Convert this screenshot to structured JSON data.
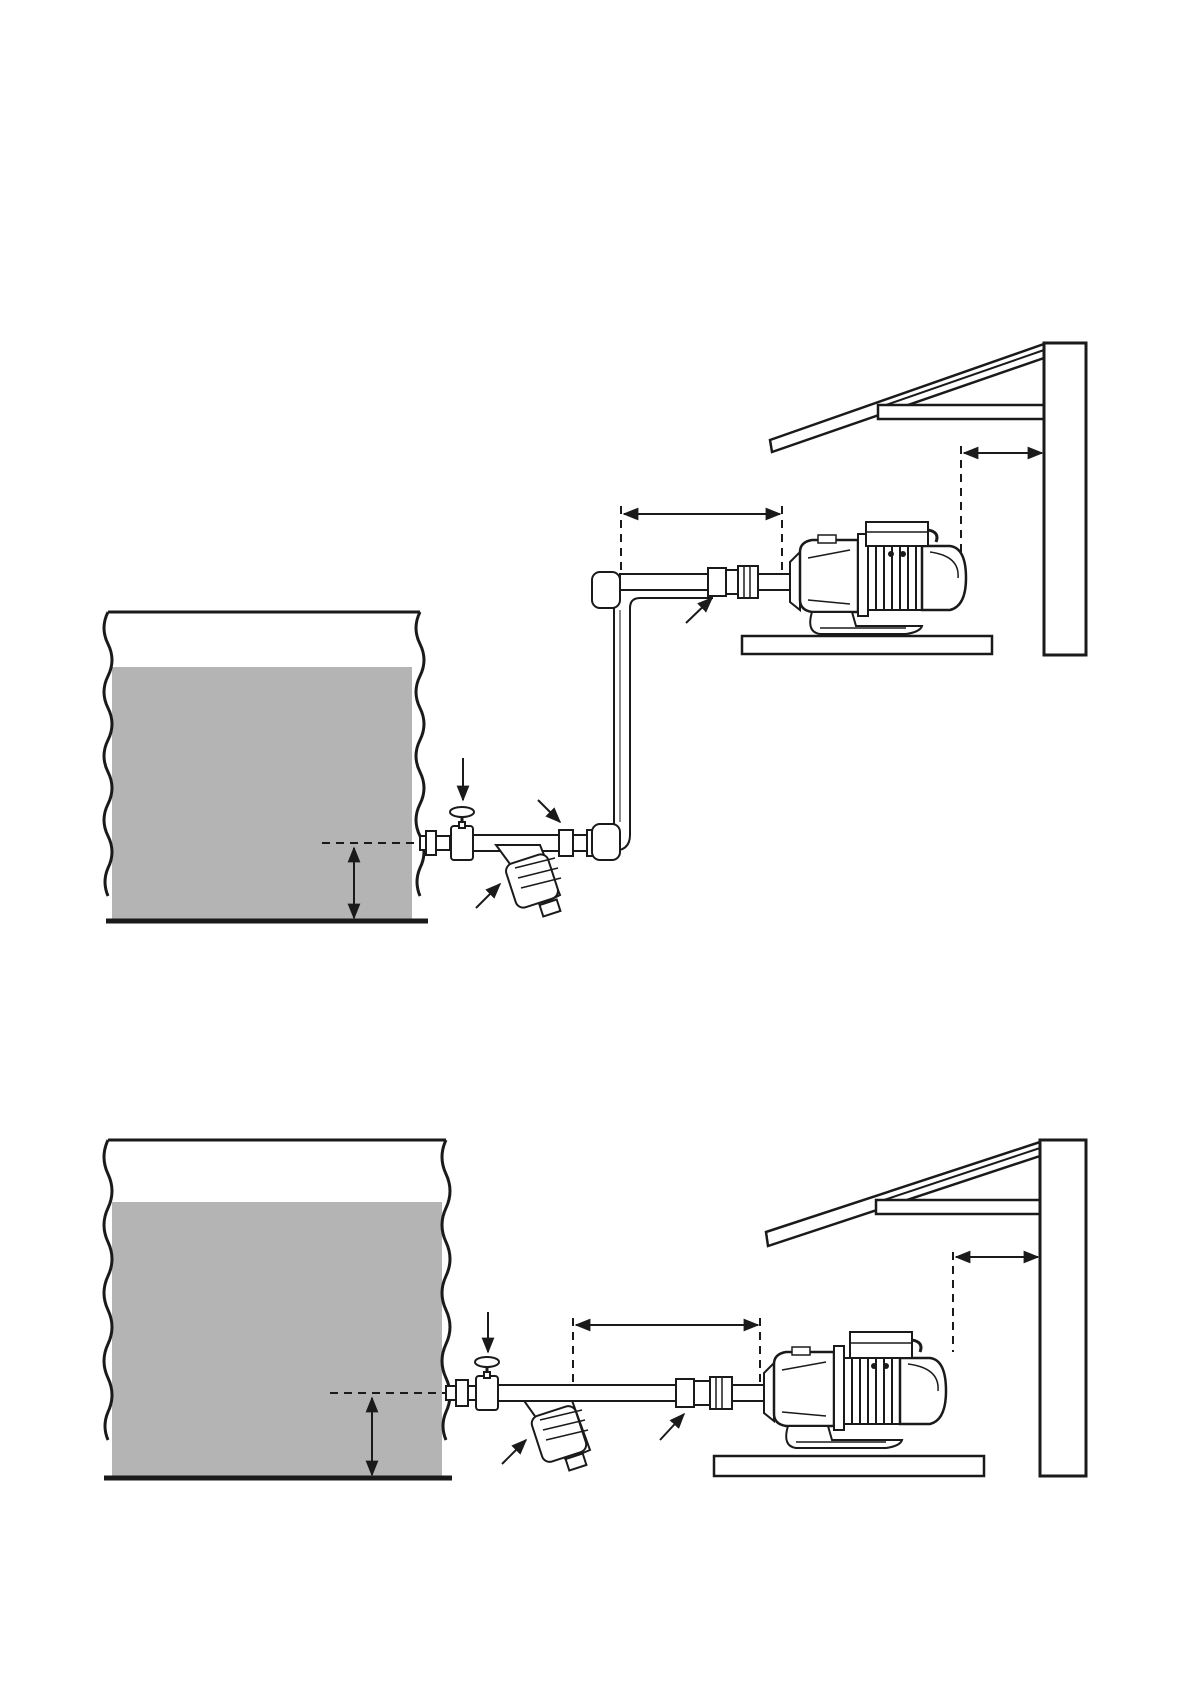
{
  "diagram": {
    "type": "pump-installation-diagram",
    "panels": [
      {
        "id": "top",
        "layout": "pump-above-tank-with-riser-pipe",
        "components": [
          "tank",
          "gate-valve",
          "y-strainer",
          "union",
          "elbow",
          "suction-pipe",
          "check-valve",
          "pump",
          "motor",
          "base-plate",
          "shelter-roof",
          "wall"
        ],
        "dimension_markers": [
          "valve-height-above-tank-bottom",
          "pipe-straight-length",
          "clearance-to-wall"
        ],
        "labels": []
      },
      {
        "id": "bottom",
        "layout": "pump-level-with-tank-straight-pipe",
        "components": [
          "tank",
          "gate-valve",
          "y-strainer",
          "suction-pipe",
          "check-valve",
          "pump",
          "motor",
          "base-plate",
          "shelter-roof",
          "wall"
        ],
        "dimension_markers": [
          "valve-height-above-tank-bottom",
          "pipe-straight-length",
          "clearance-to-wall"
        ],
        "labels": []
      }
    ],
    "colors": {
      "ink": "#1a1a1a",
      "water": "#b4b4b4",
      "paper": "#ffffff"
    }
  }
}
